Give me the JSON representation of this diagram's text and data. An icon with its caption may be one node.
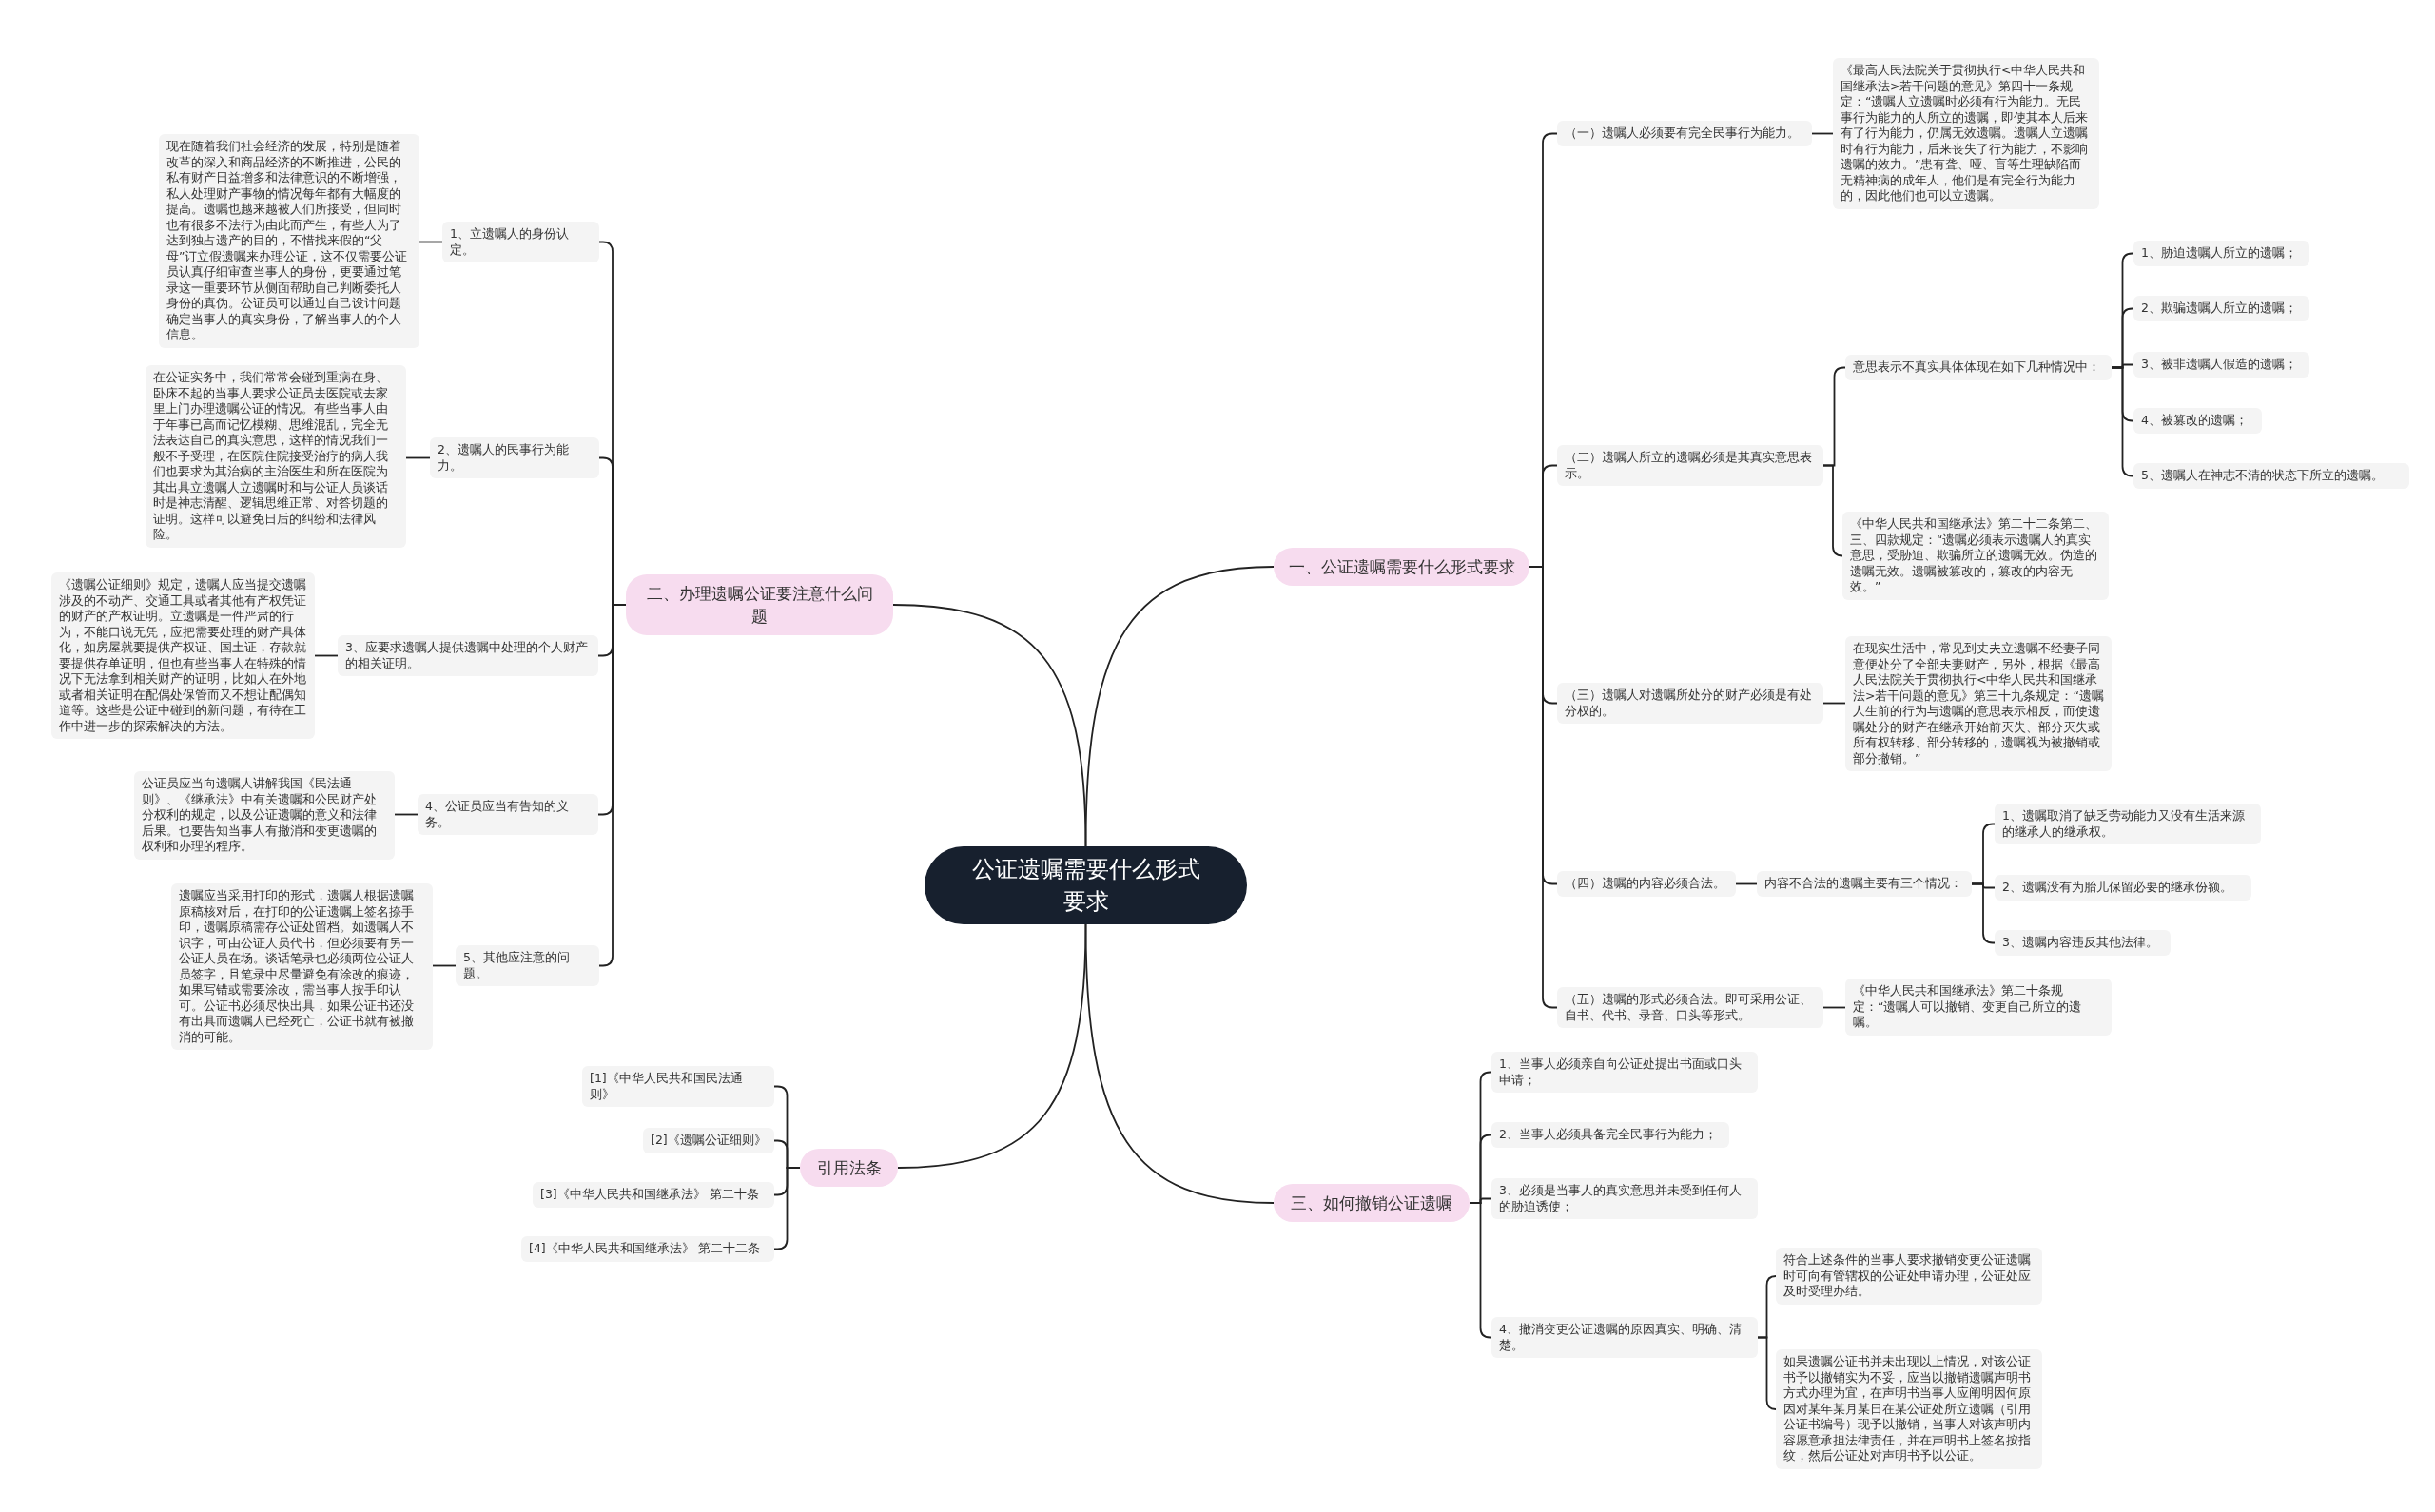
{
  "diagram": {
    "nodes": [
      {
        "text": [
          "公证遗嘱需要什么形式要求"
        ]
      },
      {
        "text": [
          "二、办理遗嘱公证要注意什么问题"
        ]
      },
      {
        "text": [
          "1、立遗嘱人的身份认定。"
        ]
      },
      {
        "text": [
          "现在随着我们社会经济的发展，特别是随着改革的深入和商品经济的不断推进，公民的私有财产日益增多和法律意识的不断增强，私人处理财产事物的情况每年都有大幅度的提高。遗嘱也越来越被人们所接受，但同时也有很多不法行为由此而产生，有些人为了达到独占遗产的目的，不惜找来假的“父母”订立假遗嘱来办理公证，这不仅需要公证员认真仔细审查当事人的身份，更要通过笔录这一重要环节从侧面帮助自己判断委托人身份的真伪。公证员可以通过自己设计问题确定当事人的真实身份，了解当事人的个人信息。"
        ]
      },
      {
        "text": [
          "2、遗嘱人的民事行为能力。"
        ]
      },
      {
        "text": [
          "在公证实务中，我们常常会碰到重病在身、卧床不起的当事人要求公证员去医院或去家里上门办理遗嘱公证的情况。有些当事人由于年事已高而记忆模糊、思维混乱，完全无法表达自己的真实意思，这样的情况我们一般不予受理，在医院住院接受治疗的病人我们也要求为其治病的主治医生和所在医院为其出具立遗嘱人立遗嘱时和与公证人员谈话时是神志清醒、逻辑思维正常、对答切题的证明。这样可以避免日后的纠纷和法律风险。"
        ]
      },
      {
        "text": [
          "3、应要求遗嘱人提供遗嘱中处理的个人财产的相关证明。"
        ]
      },
      {
        "text": [
          "《遗嘱公证细则》规定，遗嘱人应当提交遗嘱涉及的不动产、交通工具或者其他有产权凭证的财产的产权证明。立遗嘱是一件严肃的行为，不能口说无凭，应把需要处理的财产具体化，如房屋就要提供产权证、国土证，存款就要提供存单证明，但也有些当事人在特殊的情况下无法拿到相关财产的证明，比如人在外地或者相关证明在配偶处保管而又不想让配偶知道等。这些是公证中碰到的新问题，有待在工作中进一步的探索解决的方法。"
        ]
      },
      {
        "text": [
          "4、公证员应当有告知的义务。"
        ]
      },
      {
        "text": [
          "公证员应当向遗嘱人讲解我国《民法通则》、《继承法》中有关遗嘱和公民财产处分权利的规定，以及公证遗嘱的意义和法律后果。也要告知当事人有撤消和变更遗嘱的权利和办理的程序。"
        ]
      },
      {
        "text": [
          "5、其他应注意的问题。"
        ]
      },
      {
        "text": [
          "遗嘱应当采用打印的形式，遗嘱人根据遗嘱原稿核对后，在打印的公证遗嘱上签名捺手印，遗嘱原稿需存公证处留档。如遗嘱人不识字，可由公证人员代书，但必须要有另一公证人员在场。谈话笔录也必须两位公证人员签字，且笔录中尽量避免有涂改的痕迹，如果写错或需要涂改，需当事人按手印认可。公证书必须尽快出具，如果公证书还没有出具而遗嘱人已经死亡，公证书就有被撤消的可能。"
        ]
      },
      {
        "text": [
          "引用法条"
        ]
      },
      {
        "text": [
          "[1]《中华人民共和国民法通则》"
        ]
      },
      {
        "text": [
          "[2]《遗嘱公证细则》"
        ]
      },
      {
        "text": [
          "[3]《中华人民共和国继承法》 第二十条"
        ]
      },
      {
        "text": [
          "[4]《中华人民共和国继承法》 第二十二条"
        ]
      },
      {
        "text": [
          "一、公证遗嘱需要什么形式要求"
        ]
      },
      {
        "text": [
          "（一）遗嘱人必须要有完全民事行为能力。"
        ]
      },
      {
        "text": [
          "《最高人民法院关于贯彻执行<中华人民共和国继承法>若干问题的意见》第四十一条规定：“遗嘱人立遗嘱时必须有行为能力。无民事行为能力的人所立的遗嘱，即使其本人后来有了行为能力，仍属无效遗嘱。遗嘱人立遗嘱时有行为能力，后来丧失了行为能力，不影响遗嘱的效力。”患有聋、哑、盲等生理缺陷而无精神病的成年人，他们是有完全行为能力的，因此他们也可以立遗嘱。"
        ]
      },
      {
        "text": [
          "（二）遗嘱人所立的遗嘱必须是其真实意思表示。"
        ]
      },
      {
        "text": [
          "意思表示不真实具体体现在如下几种情况中："
        ]
      },
      {
        "text": [
          "1、胁迫遗嘱人所立的遗嘱；"
        ]
      },
      {
        "text": [
          "2、欺骗遗嘱人所立的遗嘱；"
        ]
      },
      {
        "text": [
          "3、被非遗嘱人假造的遗嘱；"
        ]
      },
      {
        "text": [
          "4、被篡改的遗嘱；"
        ]
      },
      {
        "text": [
          "5、遗嘱人在神志不清的状态下所立的遗嘱。"
        ]
      },
      {
        "text": [
          "《中华人民共和国继承法》第二十二条第二、三、四款规定：“遗嘱必须表示遗嘱人的真实意思，受胁迫、欺骗所立的遗嘱无效。伪造的遗嘱无效。遗嘱被篡改的，篡改的内容无效。”"
        ]
      },
      {
        "text": [
          "（三）遗嘱人对遗嘱所处分的财产必须是有处分权的。"
        ]
      },
      {
        "text": [
          "在现实生活中，常见到丈夫立遗嘱不经妻子同意便处分了全部夫妻财产，另外，根据《最高人民法院关于贯彻执行<中华人民共和国继承法>若干问题的意见》第三十九条规定：“遗嘱人生前的行为与遗嘱的意思表示相反，而使遗嘱处分的财产在继承开始前灭失、部分灭失或所有权转移、部分转移的，遗嘱视为被撤销或部分撤销。”"
        ]
      },
      {
        "text": [
          "（四）遗嘱的内容必须合法。"
        ]
      },
      {
        "text": [
          "内容不合法的遗嘱主要有三个情况："
        ]
      },
      {
        "text": [
          "1、遗嘱取消了缺乏劳动能力又没有生活来源的继承人的继承权。"
        ]
      },
      {
        "text": [
          "2、遗嘱没有为胎儿保留必要的继承份额。"
        ]
      },
      {
        "text": [
          "3、遗嘱内容违反其他法律。"
        ]
      },
      {
        "text": [
          "（五）遗嘱的形式必须合法。即可采用公证、自书、代书、录音、口头等形式。"
        ]
      },
      {
        "text": [
          "《中华人民共和国继承法》第二十条规定：“遗嘱人可以撤销、变更自己所立的遗嘱。"
        ]
      },
      {
        "text": [
          "三、如何撤销公证遗嘱"
        ]
      },
      {
        "text": [
          "1、当事人必须亲自向公证处提出书面或口头申请；"
        ]
      },
      {
        "text": [
          "2、当事人必须具备完全民事行为能力；"
        ]
      },
      {
        "text": [
          "3、必须是当事人的真实意思并未受到任何人的胁迫诱使；"
        ]
      },
      {
        "text": [
          "4、撤消变更公证遗嘱的原因真实、明确、清楚。"
        ]
      },
      {
        "text": [
          "符合上述条件的当事人要求撤销变更公证遗嘱时可向有管辖权的公证处申请办理，公证处应及时受理办结。"
        ]
      },
      {
        "text": [
          "如果遗嘱公证书并未出现以上情况，对该公证书予以撤销实为不妥，应当以撤销遗嘱声明书方式办理为宜，在声明书当事人应阐明因何原因对某年某月某日在某公证处所立遗嘱（引用公证书编号）现予以撤销，当事人对该声明内容愿意承担法律责任，并在声明书上签名按指纹，然后公证处对声明书予以公证。"
        ]
      }
    ],
    "edges": [
      {
        "from": 0,
        "to": 1,
        "arrow": "none"
      },
      {
        "from": 1,
        "to": 2,
        "arrow": "none"
      },
      {
        "from": 2,
        "to": 3,
        "arrow": "none"
      },
      {
        "from": 1,
        "to": 4,
        "arrow": "none"
      },
      {
        "from": 4,
        "to": 5,
        "arrow": "none"
      },
      {
        "from": 1,
        "to": 6,
        "arrow": "none"
      },
      {
        "from": 6,
        "to": 7,
        "arrow": "none"
      },
      {
        "from": 1,
        "to": 8,
        "arrow": "none"
      },
      {
        "from": 8,
        "to": 9,
        "arrow": "none"
      },
      {
        "from": 1,
        "to": 10,
        "arrow": "none"
      },
      {
        "from": 10,
        "to": 11,
        "arrow": "none"
      },
      {
        "from": 0,
        "to": 12,
        "arrow": "none"
      },
      {
        "from": 12,
        "to": 13,
        "arrow": "none"
      },
      {
        "from": 12,
        "to": 14,
        "arrow": "none"
      },
      {
        "from": 12,
        "to": 15,
        "arrow": "none"
      },
      {
        "from": 12,
        "to": 16,
        "arrow": "none"
      },
      {
        "from": 0,
        "to": 17,
        "arrow": "none"
      },
      {
        "from": 17,
        "to": 18,
        "arrow": "none"
      },
      {
        "from": 18,
        "to": 19,
        "arrow": "none"
      },
      {
        "from": 17,
        "to": 20,
        "arrow": "none"
      },
      {
        "from": 20,
        "to": 21,
        "arrow": "none"
      },
      {
        "from": 21,
        "to": 22,
        "arrow": "none"
      },
      {
        "from": 21,
        "to": 23,
        "arrow": "none"
      },
      {
        "from": 21,
        "to": 24,
        "arrow": "none"
      },
      {
        "from": 21,
        "to": 25,
        "arrow": "none"
      },
      {
        "from": 21,
        "to": 26,
        "arrow": "none"
      },
      {
        "from": 20,
        "to": 27,
        "arrow": "none"
      },
      {
        "from": 17,
        "to": 28,
        "arrow": "none"
      },
      {
        "from": 28,
        "to": 29,
        "arrow": "none"
      },
      {
        "from": 17,
        "to": 30,
        "arrow": "none"
      },
      {
        "from": 30,
        "to": 31,
        "arrow": "none"
      },
      {
        "from": 31,
        "to": 32,
        "arrow": "none"
      },
      {
        "from": 31,
        "to": 33,
        "arrow": "none"
      },
      {
        "from": 31,
        "to": 34,
        "arrow": "none"
      },
      {
        "from": 17,
        "to": 35,
        "arrow": "none"
      },
      {
        "from": 35,
        "to": 36,
        "arrow": "none"
      },
      {
        "from": 0,
        "to": 37,
        "arrow": "none"
      },
      {
        "from": 37,
        "to": 38,
        "arrow": "none"
      },
      {
        "from": 37,
        "to": 39,
        "arrow": "none"
      },
      {
        "from": 37,
        "to": 40,
        "arrow": "none"
      },
      {
        "from": 37,
        "to": 41,
        "arrow": "none"
      },
      {
        "from": 41,
        "to": 42,
        "arrow": "none"
      },
      {
        "from": 41,
        "to": 43,
        "arrow": "none"
      }
    ]
  }
}
